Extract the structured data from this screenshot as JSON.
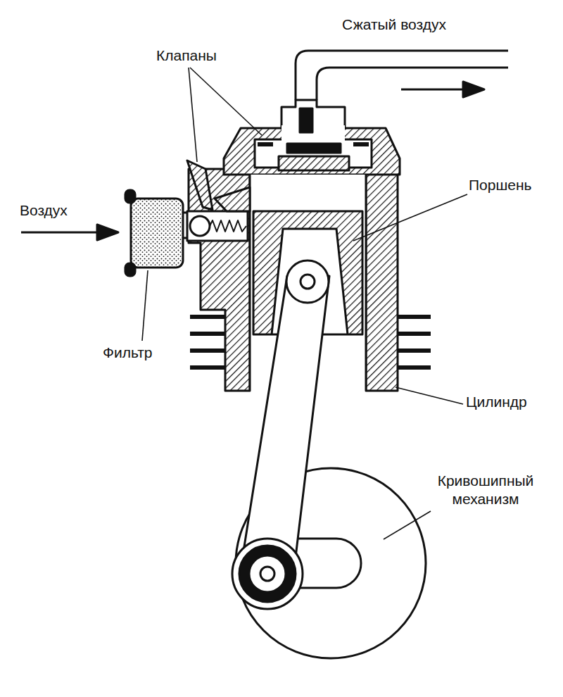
{
  "diagram": {
    "labels": [
      "Сжатый воздух",
      "Клапаны",
      "Поршень",
      "Воздух",
      "Фильтр",
      "Цилиндр",
      "Кривошипный механизм"
    ]
  }
}
